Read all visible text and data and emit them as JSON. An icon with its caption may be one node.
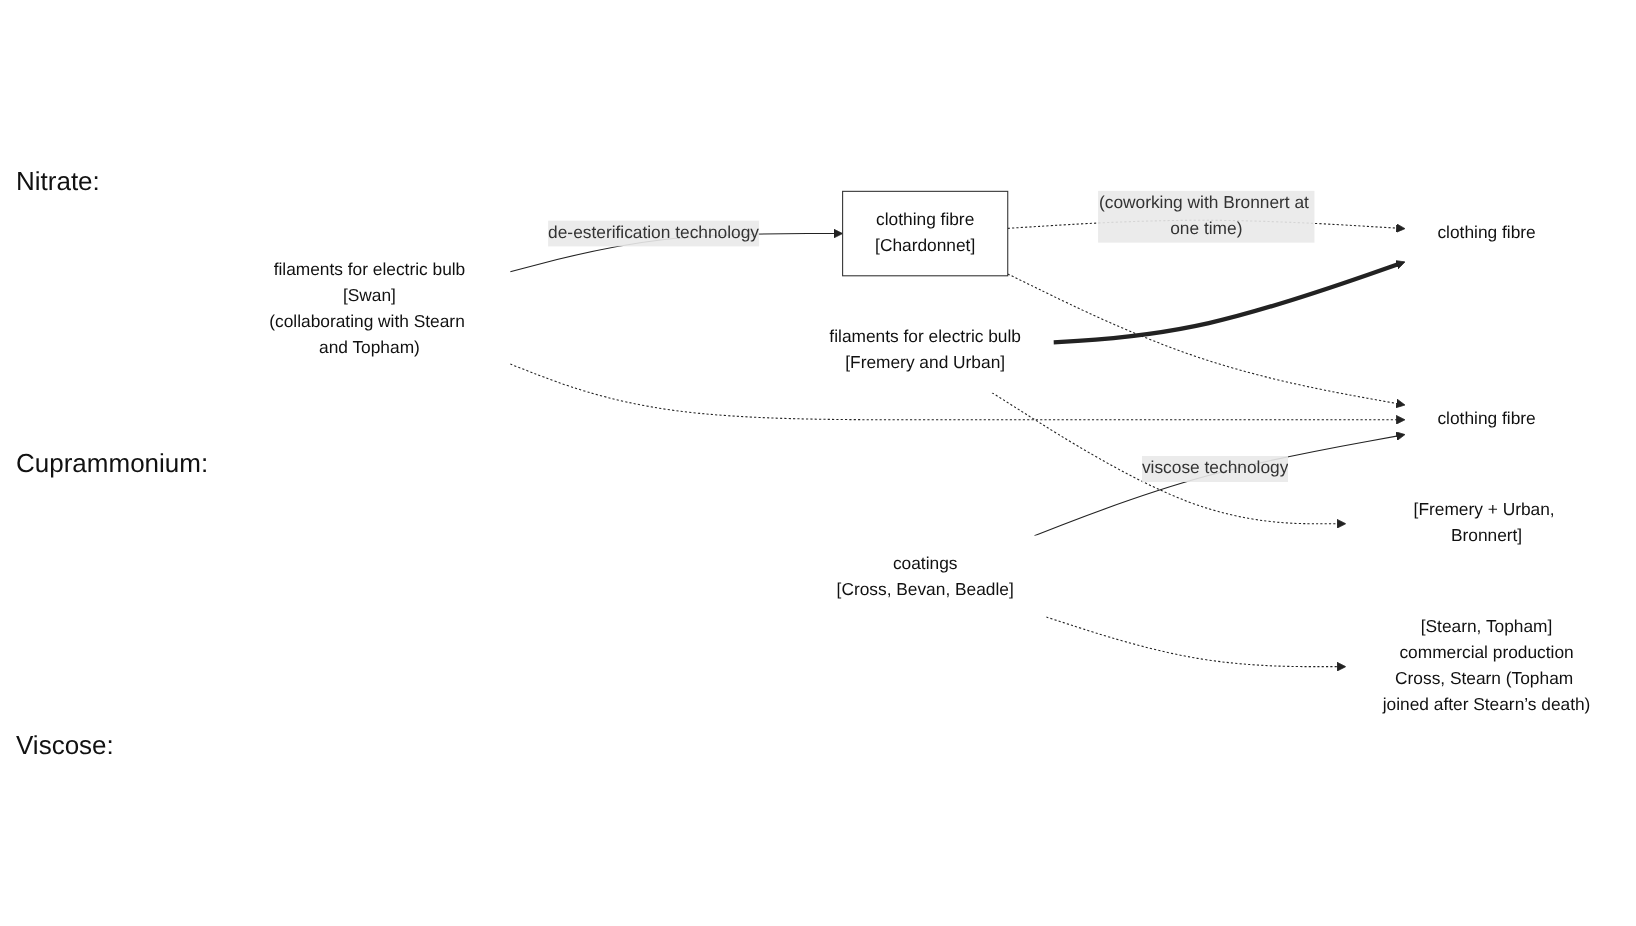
{
  "diagram": {
    "nodes": [
      {
        "text": [
          "filaments for electric bulb",
          "[Swan]",
          "(collaborating with Stearn and Topham)"
        ]
      },
      {
        "text": [
          "clothing fibre",
          "[Chardonnet]"
        ]
      },
      {
        "text": [
          "filaments for electric bulb",
          "[Fremery and Urban]"
        ]
      },
      {
        "text": [
          "clothing fibre"
        ]
      },
      {
        "text": [
          "[Fremery + Urban, Bronnert]"
        ]
      },
      {
        "text": [
          "coatings",
          "[Cross, Bevan, Beadle]"
        ]
      },
      {
        "text": [
          "clothing fibre"
        ]
      },
      {
        "text": [
          "[Stearn, Topham]",
          "commercial production",
          "Cross, Stearn (Topham joined after Stearn’s death)"
        ]
      }
    ],
    "edges": [
      {
        "from": 0,
        "to": 1,
        "arrow": "to",
        "label": "de-esterification technology"
      },
      {
        "from": 1,
        "to": 3,
        "arrow": "to",
        "style": "dashed",
        "label": "(coworking with Bronnert at one time)"
      },
      {
        "from": 1,
        "to": 6,
        "arrow": "to",
        "style": "dashed"
      },
      {
        "from": 0,
        "to": 6,
        "arrow": "to",
        "style": "dashed"
      },
      {
        "from": 2,
        "to": 3,
        "arrow": "to",
        "style": "thick"
      },
      {
        "from": 2,
        "to": 4,
        "arrow": "to",
        "style": "dashed"
      },
      {
        "from": 5,
        "to": 6,
        "arrow": "to",
        "label": "viscose technology"
      },
      {
        "from": 5,
        "to": 7,
        "arrow": "to",
        "style": "dashed"
      }
    ],
    "labels": [
      "Nitrate:",
      "Cuprammonium:",
      "Viscose:"
    ]
  }
}
